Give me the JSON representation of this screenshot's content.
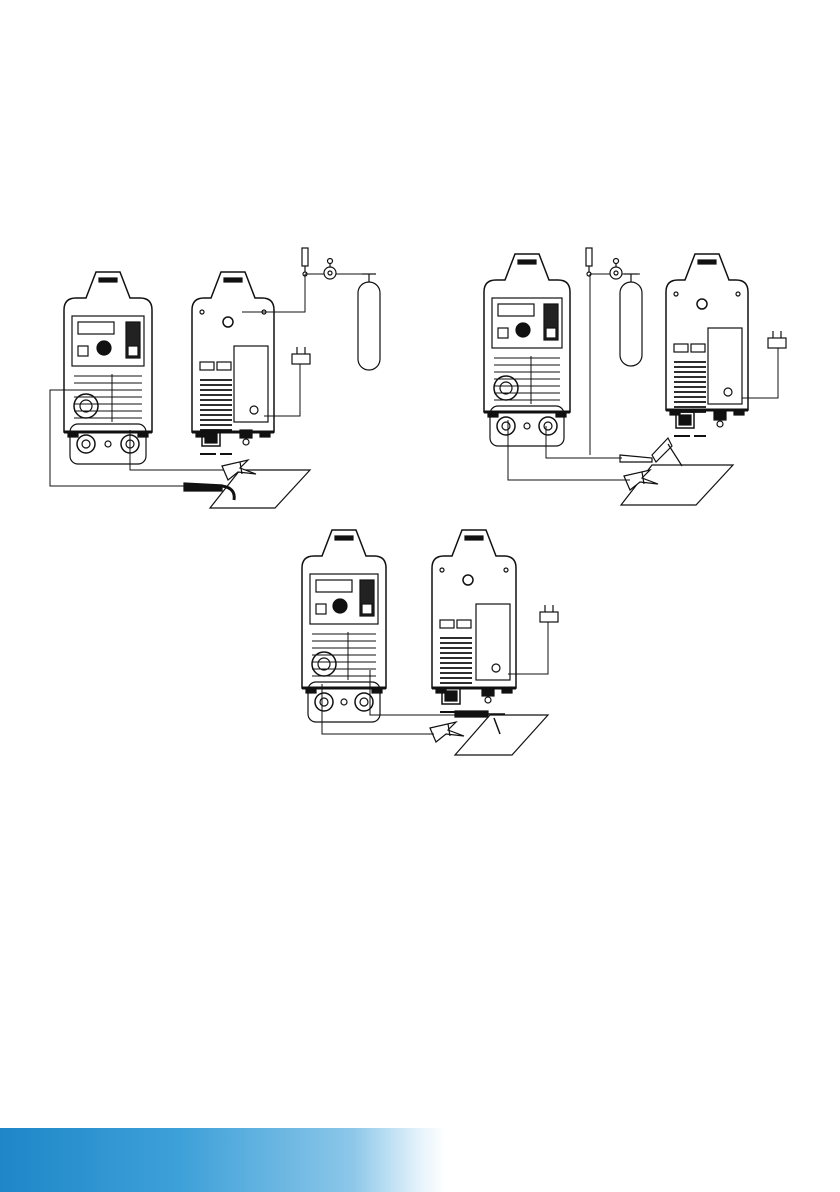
{
  "figure": {
    "setups": [
      {
        "id": "mig-setup",
        "front_panel_label": "",
        "back_panel_label": ""
      },
      {
        "id": "tig-setup",
        "front_panel_label": "",
        "back_panel_label": ""
      },
      {
        "id": "mma-setup",
        "front_panel_label": "",
        "back_panel_label": ""
      }
    ]
  },
  "colors": {
    "line": "#111111",
    "footer_accent": "#1e87c8",
    "footer_fade": "#e6f3fb"
  }
}
